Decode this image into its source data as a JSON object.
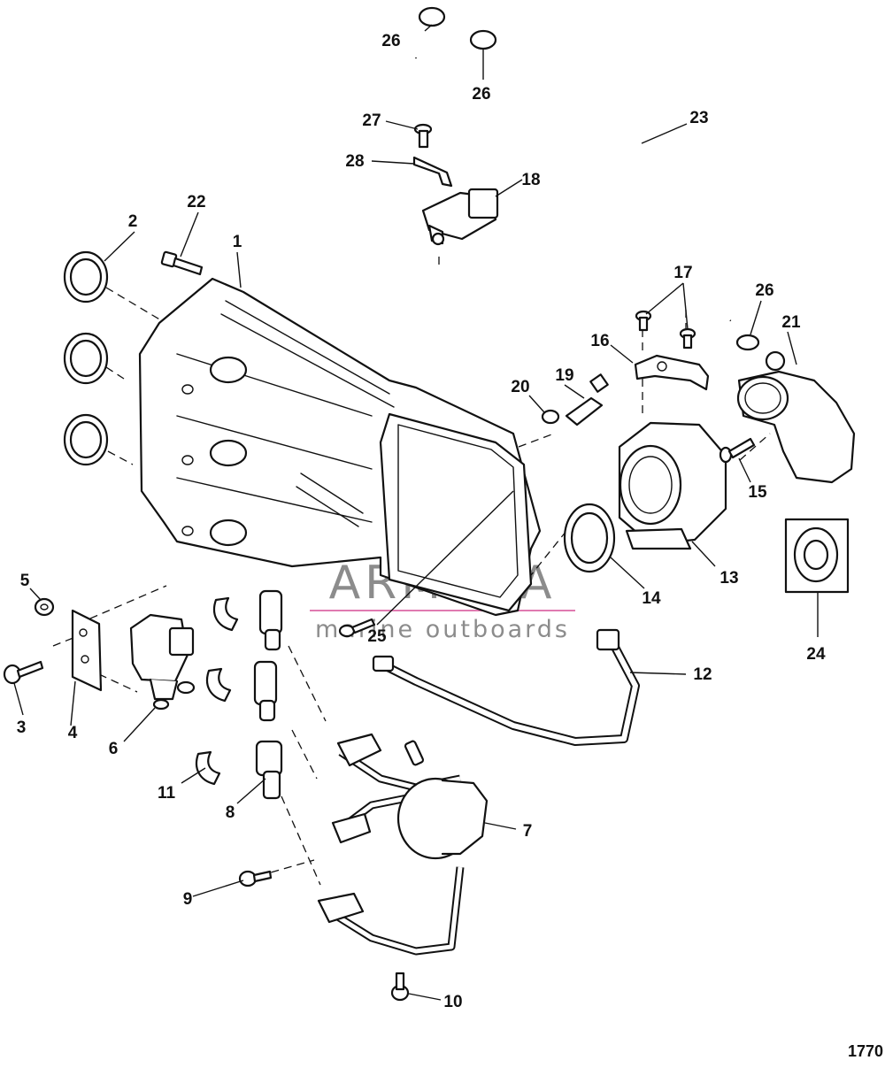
{
  "figure_id": "1770",
  "watermark": {
    "brand": "ARMADA",
    "tagline": "marine outboards",
    "accent_color": "#e07ab0",
    "text_color": "#8c8c8c"
  },
  "callouts": {
    "c1": "1",
    "c2": "2",
    "c3": "3",
    "c4": "4",
    "c5": "5",
    "c6": "6",
    "c7": "7",
    "c8": "8",
    "c9": "9",
    "c10": "10",
    "c11": "11",
    "c12": "12",
    "c13": "13",
    "c14": "14",
    "c15": "15",
    "c16": "16",
    "c17": "17",
    "c18": "18",
    "c19": "19",
    "c20": "20",
    "c21": "21",
    "c22": "22",
    "c23": "23",
    "c24": "24",
    "c25": "25",
    "c26a": "26",
    "c26b": "26",
    "c26c": "26",
    "c27": "27",
    "c28": "28"
  }
}
